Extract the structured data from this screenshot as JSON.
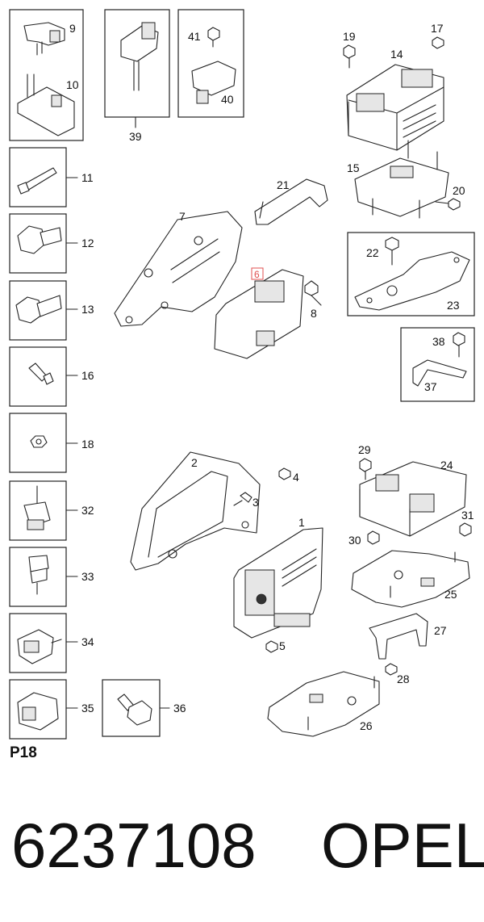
{
  "part_number": "6237108",
  "brand": "OPEL",
  "page_code": "P18",
  "labels": {
    "n1": "1",
    "n2": "2",
    "n3": "3",
    "n4": "4",
    "n5": "5",
    "n6": "6",
    "n7": "7",
    "n8": "8",
    "n9": "9",
    "n10": "10",
    "n11": "11",
    "n12": "12",
    "n13": "13",
    "n14": "14",
    "n15": "15",
    "n16": "16",
    "n17": "17",
    "n18": "18",
    "n19": "19",
    "n20": "20",
    "n21": "21",
    "n22": "22",
    "n23": "23",
    "n24": "24",
    "n25": "25",
    "n26": "26",
    "n27": "27",
    "n28": "28",
    "n29": "29",
    "n30": "30",
    "n31": "31",
    "n32": "32",
    "n33": "33",
    "n34": "34",
    "n35": "35",
    "n36": "36",
    "n37": "37",
    "n38": "38",
    "n39": "39",
    "n40": "40",
    "n41": "41"
  },
  "colors": {
    "highlight": "#e05050",
    "line": "#222222"
  }
}
